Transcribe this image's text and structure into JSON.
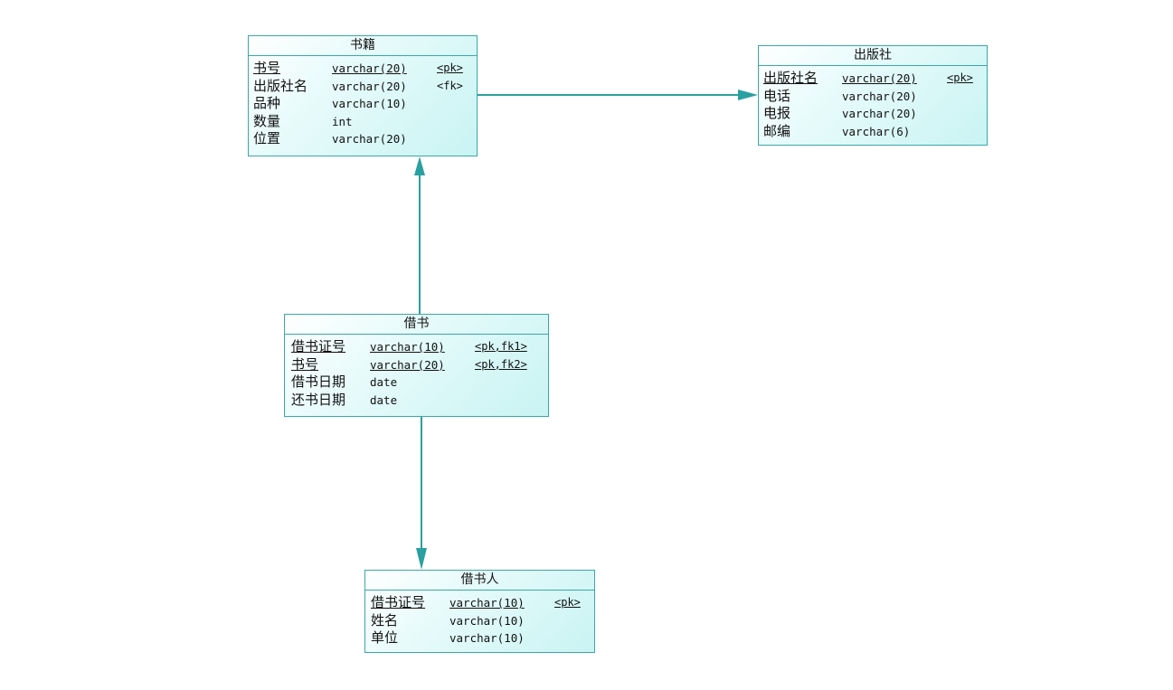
{
  "colors": {
    "entity_border": "#3aa8a8",
    "entity_fill_light": "#e9fbfb",
    "entity_fill_dark": "#c9f3f3",
    "connector": "#2aa0a0"
  },
  "entities": [
    {
      "id": "books",
      "title": "书籍",
      "attributes": [
        {
          "name": "书号",
          "type": "varchar(20)",
          "key": "<pk>",
          "pk": true
        },
        {
          "name": "出版社名",
          "type": "varchar(20)",
          "key": "<fk>",
          "pk": false
        },
        {
          "name": "品种",
          "type": "varchar(10)",
          "key": "",
          "pk": false
        },
        {
          "name": "数量",
          "type": "int",
          "key": "",
          "pk": false
        },
        {
          "name": "位置",
          "type": "varchar(20)",
          "key": "",
          "pk": false
        }
      ]
    },
    {
      "id": "publisher",
      "title": "出版社",
      "attributes": [
        {
          "name": "出版社名",
          "type": "varchar(20)",
          "key": "<pk>",
          "pk": true
        },
        {
          "name": "电话",
          "type": "varchar(20)",
          "key": "",
          "pk": false
        },
        {
          "name": "电报",
          "type": "varchar(20)",
          "key": "",
          "pk": false
        },
        {
          "name": "邮编",
          "type": "varchar(6)",
          "key": "",
          "pk": false
        }
      ]
    },
    {
      "id": "borrow",
      "title": "借书",
      "attributes": [
        {
          "name": "借书证号",
          "type": "varchar(10)",
          "key": "<pk,fk1>",
          "pk": true
        },
        {
          "name": "书号",
          "type": "varchar(20)",
          "key": "<pk,fk2>",
          "pk": true
        },
        {
          "name": "借书日期",
          "type": "date",
          "key": "",
          "pk": false
        },
        {
          "name": "还书日期",
          "type": "date",
          "key": "",
          "pk": false
        }
      ]
    },
    {
      "id": "borrower",
      "title": "借书人",
      "attributes": [
        {
          "name": "借书证号",
          "type": "varchar(10)",
          "key": "<pk>",
          "pk": true
        },
        {
          "name": "姓名",
          "type": "varchar(10)",
          "key": "",
          "pk": false
        },
        {
          "name": "单位",
          "type": "varchar(10)",
          "key": "",
          "pk": false
        }
      ]
    }
  ],
  "relationships": [
    {
      "from": "books",
      "to": "publisher"
    },
    {
      "from": "borrow",
      "to": "books"
    },
    {
      "from": "borrow",
      "to": "borrower"
    }
  ]
}
